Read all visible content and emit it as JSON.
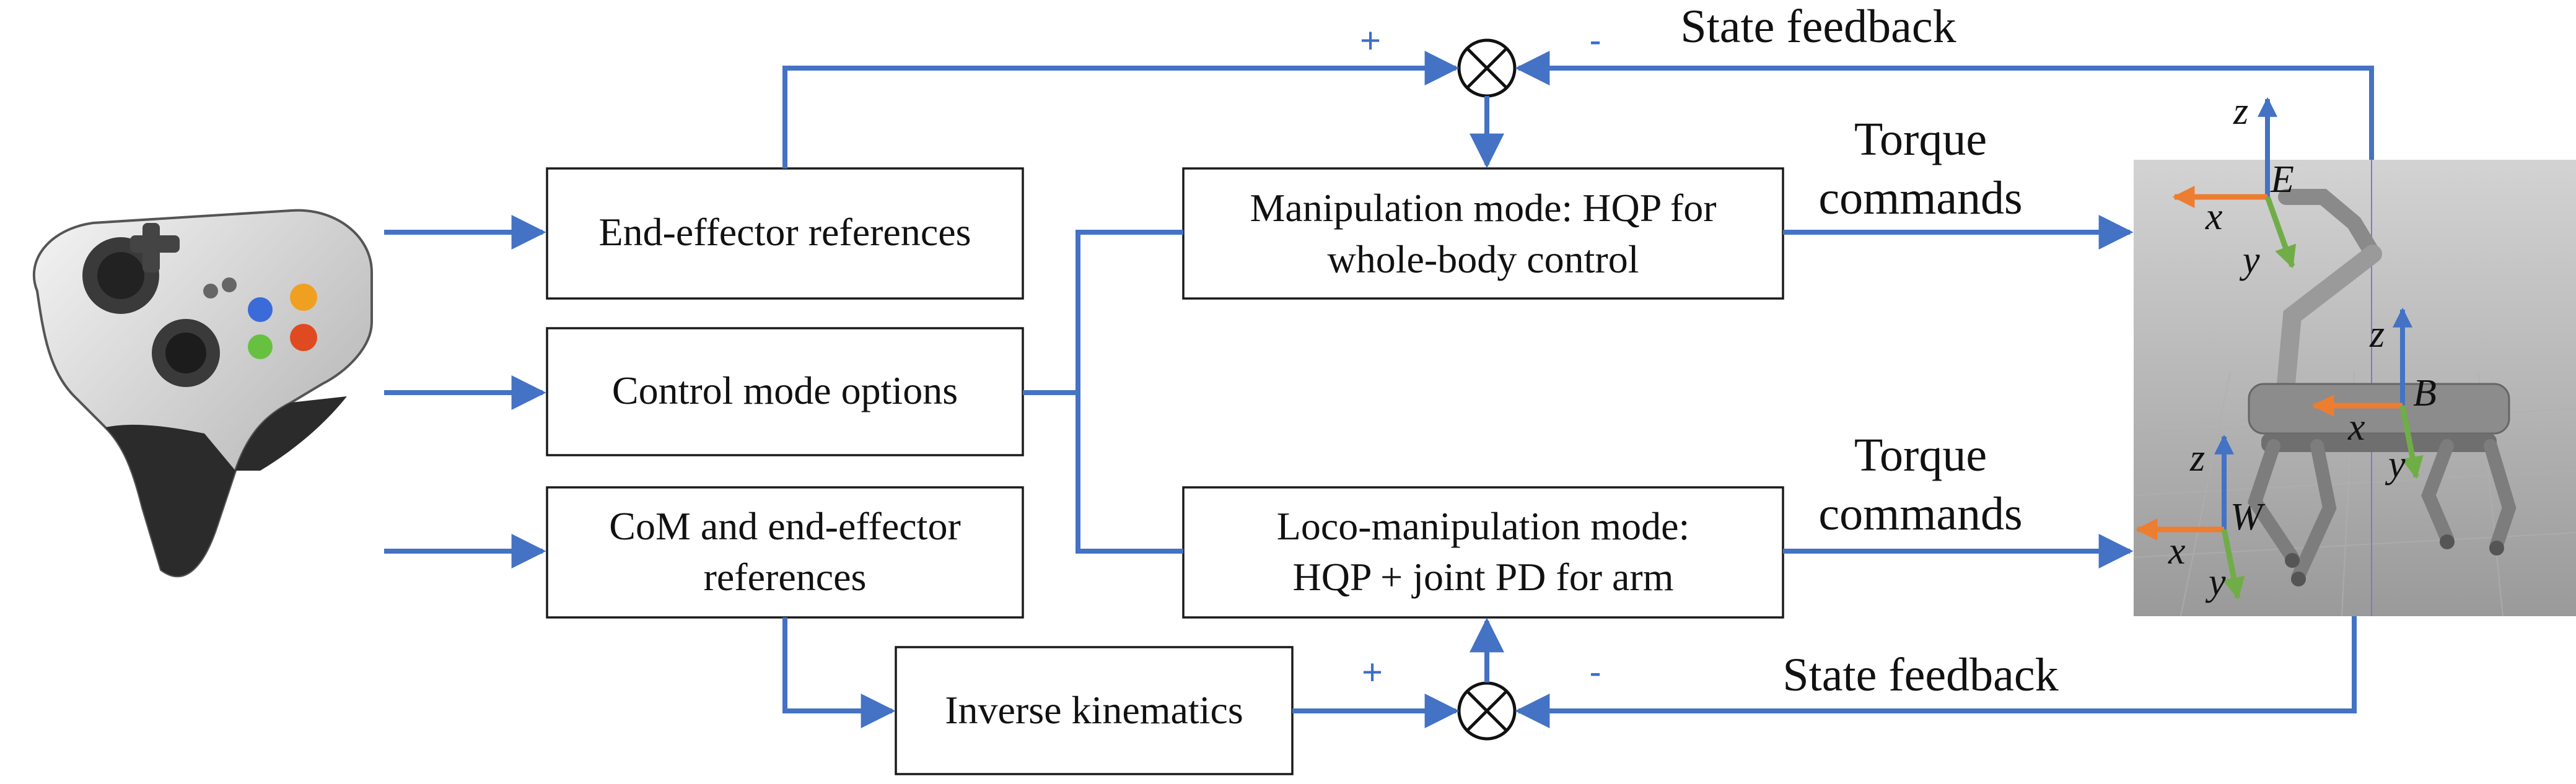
{
  "blocks": {
    "end_effector_refs": "End-effector references",
    "control_mode_options": "Control mode options",
    "com_refs_line1": "CoM and end-effector",
    "com_refs_line2": "references",
    "manipulation_line1": "Manipulation mode: HQP for",
    "manipulation_line2": "whole-body control",
    "loco_line1": "Loco-manipulation mode:",
    "loco_line2": "HQP + joint PD for arm",
    "inverse_kinematics": "Inverse kinematics"
  },
  "signals": {
    "state_feedback_top": "State feedback",
    "state_feedback_bottom": "State feedback",
    "torque_top_line1": "Torque",
    "torque_top_line2": "commands",
    "torque_bottom_line1": "Torque",
    "torque_bottom_line2": "commands"
  },
  "signs": {
    "top_plus": "+",
    "top_minus": "-",
    "bottom_plus": "+",
    "bottom_minus": "-"
  },
  "frames": {
    "end_effector": {
      "name": "E",
      "x": "x",
      "y": "y",
      "z": "z"
    },
    "base": {
      "name": "B",
      "x": "x",
      "y": "y",
      "z": "z"
    },
    "world": {
      "name": "W",
      "x": "x",
      "y": "y",
      "z": "z"
    }
  },
  "colors": {
    "wire": "#4472c4",
    "axis_x": "#ed7d31",
    "axis_y": "#70ad47",
    "axis_z": "#4472c4"
  },
  "icons": {
    "gamepad": "gamepad-icon",
    "robot": "quadruped-robot-with-arm"
  }
}
